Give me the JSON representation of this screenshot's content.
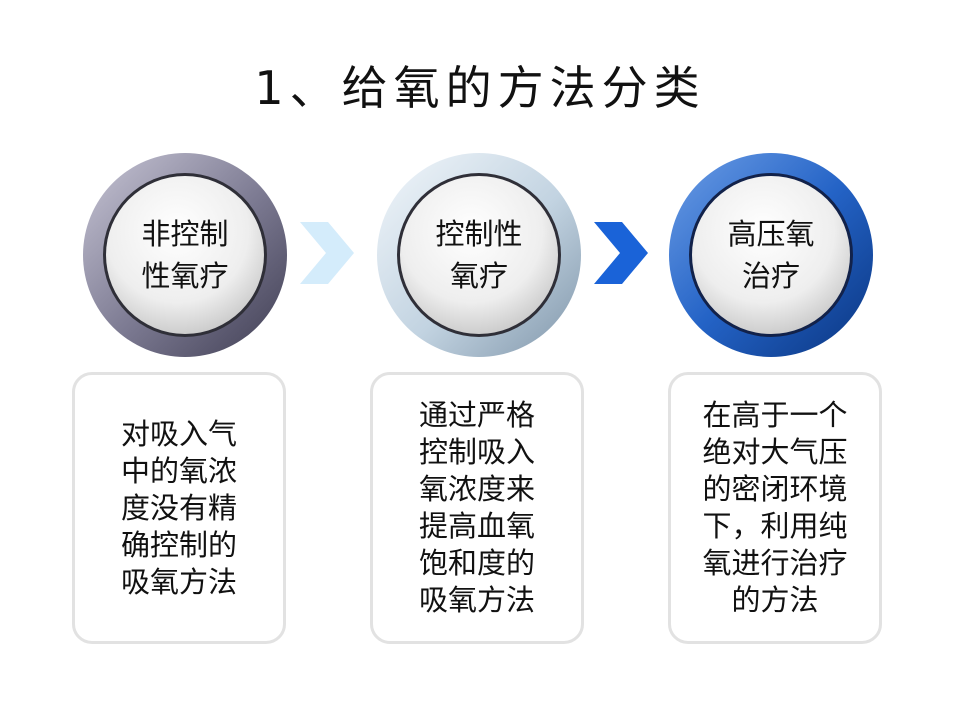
{
  "slide": {
    "title": "1、给氧的方法分类"
  },
  "steps": [
    {
      "label": "非控制\n性氧疗",
      "description": "对吸入气\n中的氧浓\n度没有精\n确控制的\n吸氧方法",
      "ring_color_light": "#b9b7c9",
      "ring_color_dark": "#4a4860"
    },
    {
      "label": "控制性\n氧疗",
      "description": "通过严格\n控制吸入\n氧浓度来\n提高血氧\n饱和度的\n吸氧方法",
      "ring_color_light": "#e8f0f6",
      "ring_color_dark": "#8fa3b6"
    },
    {
      "label": "高压氧\n治疗",
      "description": "在高于一个\n绝对大气压\n的密闭环境\n下，利用纯\n氧进行治疗\n的方法",
      "ring_color_light": "#4f86d8",
      "ring_color_dark": "#0d3f8f"
    }
  ],
  "arrows": [
    {
      "color": "#d4ecfb"
    },
    {
      "color": "#1a63d8"
    }
  ]
}
